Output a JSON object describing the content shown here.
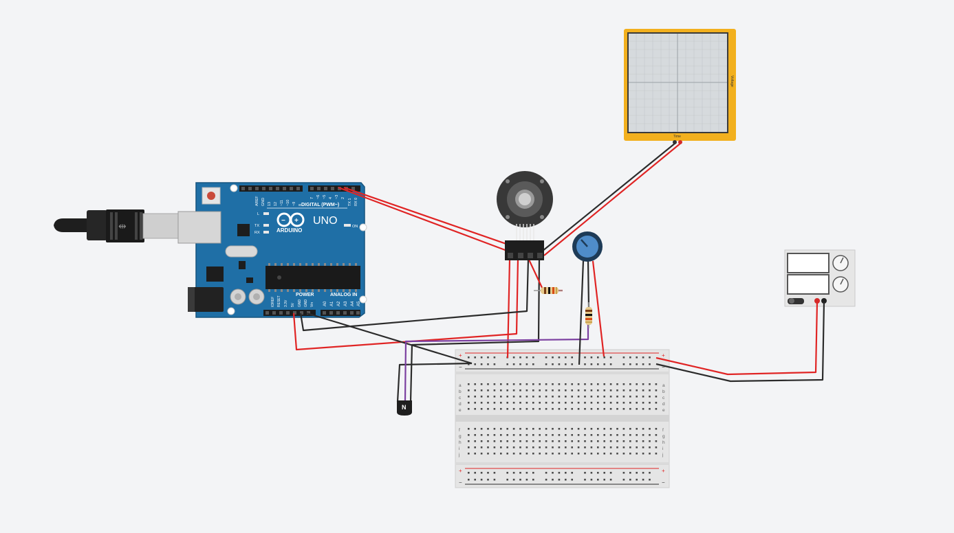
{
  "arduino": {
    "model": "UNO",
    "brand": "ARDUINO",
    "digital_label": "DIGITAL (PWM~)",
    "power_label": "POWER",
    "analog_label": "ANALOG IN",
    "tx_label": "TX",
    "rx_label": "RX",
    "l_label": "L",
    "on_label": "ON",
    "digital_pins": [
      "AREF",
      "GND",
      "13",
      "12",
      "~11",
      "~10",
      "~9",
      "8",
      "7",
      "~6",
      "~5",
      "4",
      "~3",
      "2",
      "TX 1",
      "RX 0"
    ],
    "power_pins": [
      "IOREF",
      "RESET",
      "3.3V",
      "5V",
      "GND",
      "GND",
      "Vin"
    ],
    "analog_pins": [
      "A0",
      "A1",
      "A2",
      "A3",
      "A4",
      "A5"
    ]
  },
  "oscilloscope": {
    "x_label": "Time",
    "y_label": "Voltage"
  },
  "transistor": {
    "label": "N"
  },
  "breadboard": {
    "plus": "+",
    "minus": "−",
    "rows_top": [
      "a",
      "b",
      "c",
      "d",
      "e"
    ],
    "rows_bottom": [
      "f",
      "g",
      "h",
      "i",
      "j"
    ]
  },
  "colors": {
    "background": "#f3f4f6",
    "arduino_blue": "#1f6fa6",
    "wire_red": "#e02424",
    "wire_black": "#2b2b2b",
    "wire_purple": "#7b3fa0",
    "scope_frame": "#f2b01e"
  }
}
